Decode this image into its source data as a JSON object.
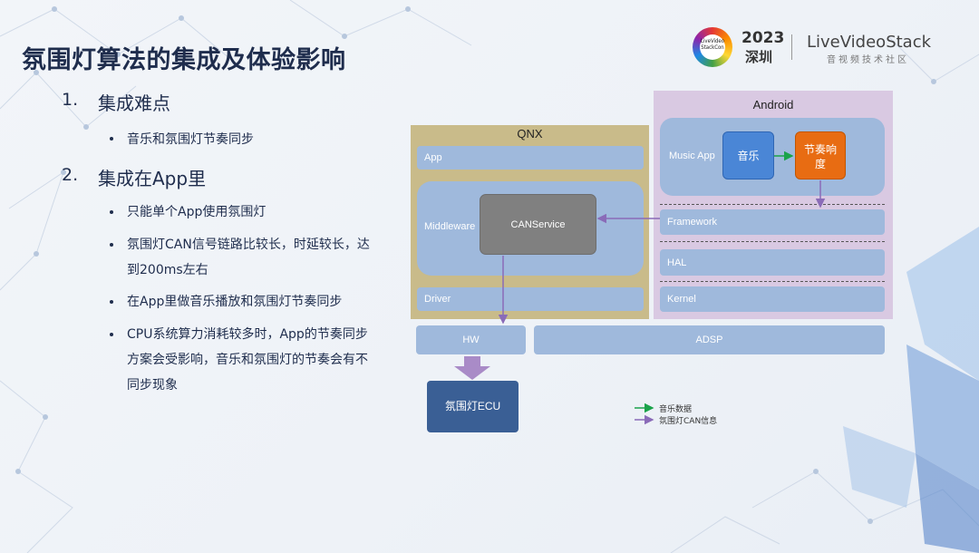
{
  "slide": {
    "title": "氛围灯算法的集成及体验影响",
    "logo": {
      "badge_text": "LiveVideo StackCon",
      "year": "2023",
      "city": "深圳",
      "brand": "LiveVideoStack",
      "subtitle": "音视频技术社区"
    },
    "sections": [
      {
        "number": "1.",
        "heading": "集成难点",
        "bullets": [
          "音乐和氛围灯节奏同步"
        ]
      },
      {
        "number": "2.",
        "heading": "集成在App里",
        "bullets": [
          "只能单个App使用氛围灯",
          "氛围灯CAN信号链路比较长，时延较长，达到200ms左右",
          "在App里做音乐播放和氛围灯节奏同步",
          "CPU系统算力消耗较多时，App的节奏同步方案会受影响，音乐和氛围灯的节奏会有不同步现象"
        ]
      }
    ]
  },
  "diagram": {
    "qnx": {
      "label": "QNX",
      "app": "App",
      "middleware": "Middleware",
      "canservice": "CANService",
      "driver": "Driver"
    },
    "android": {
      "label": "Android",
      "music_app": "Music App",
      "music": "音乐",
      "rhythm": "节奏响度",
      "framework": "Framework",
      "hal": "HAL",
      "kernel": "Kernel"
    },
    "hw": "HW",
    "adsp": "ADSP",
    "ecu": "氛围灯ECU",
    "legend": {
      "music_data": "音乐数据",
      "can_info": "氛围灯CAN信息"
    },
    "colors": {
      "music_data_arrow": "#1aa34a",
      "can_info_arrow": "#8a6bb8",
      "qnx_bg": "#c9bb8a",
      "android_bg": "#d9c9e2",
      "layer": "#9fb9dc",
      "music_box": "#4a86d6",
      "rhythm_box": "#e86c12",
      "ecu_box": "#3a5f95"
    }
  }
}
